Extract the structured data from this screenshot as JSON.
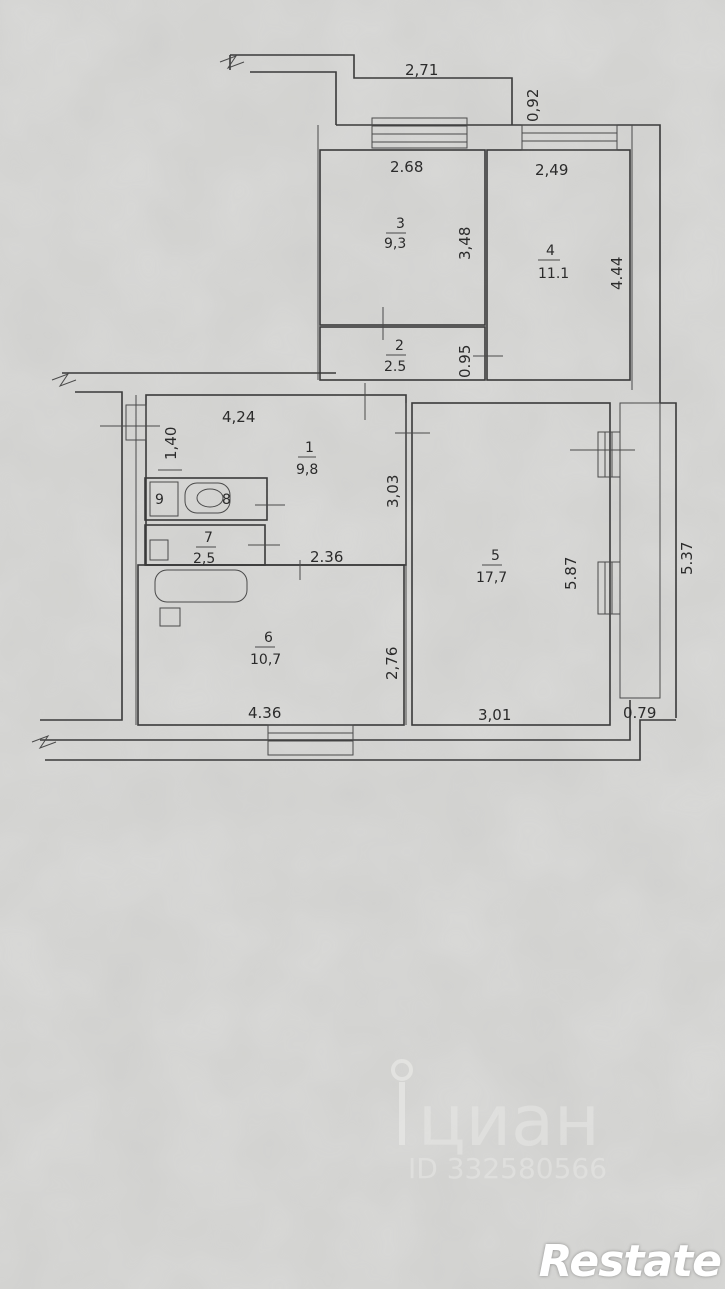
{
  "dimensions": {
    "d271": "2,71",
    "d092": "0,92",
    "d268": "2.68",
    "d249": "2,49",
    "d348": "3,48",
    "d444": "4.44",
    "d095": "0.95",
    "d424": "4,24",
    "d140": "1,40",
    "d303": "3,03",
    "d236": "2.36",
    "d587": "5.87",
    "d537": "5.37",
    "d276": "2,76",
    "d436": "4.36",
    "d301": "3,01",
    "d079": "0.79"
  },
  "rooms": {
    "r1": {
      "num": "1",
      "area": "9,8"
    },
    "r2": {
      "num": "2",
      "area": "2.5"
    },
    "r3": {
      "num": "3",
      "area": "9,3"
    },
    "r4": {
      "num": "4",
      "area": "11.1"
    },
    "r5": {
      "num": "5",
      "area": "17,7"
    },
    "r6": {
      "num": "6",
      "area": "10,7"
    },
    "r7": {
      "num": "7",
      "area": "2,5"
    },
    "r8": {
      "num": "8"
    },
    "r9": {
      "num": "9"
    }
  },
  "watermark": {
    "text": "циан",
    "id": "ID 332580566"
  },
  "brand": {
    "name": "Restate"
  }
}
